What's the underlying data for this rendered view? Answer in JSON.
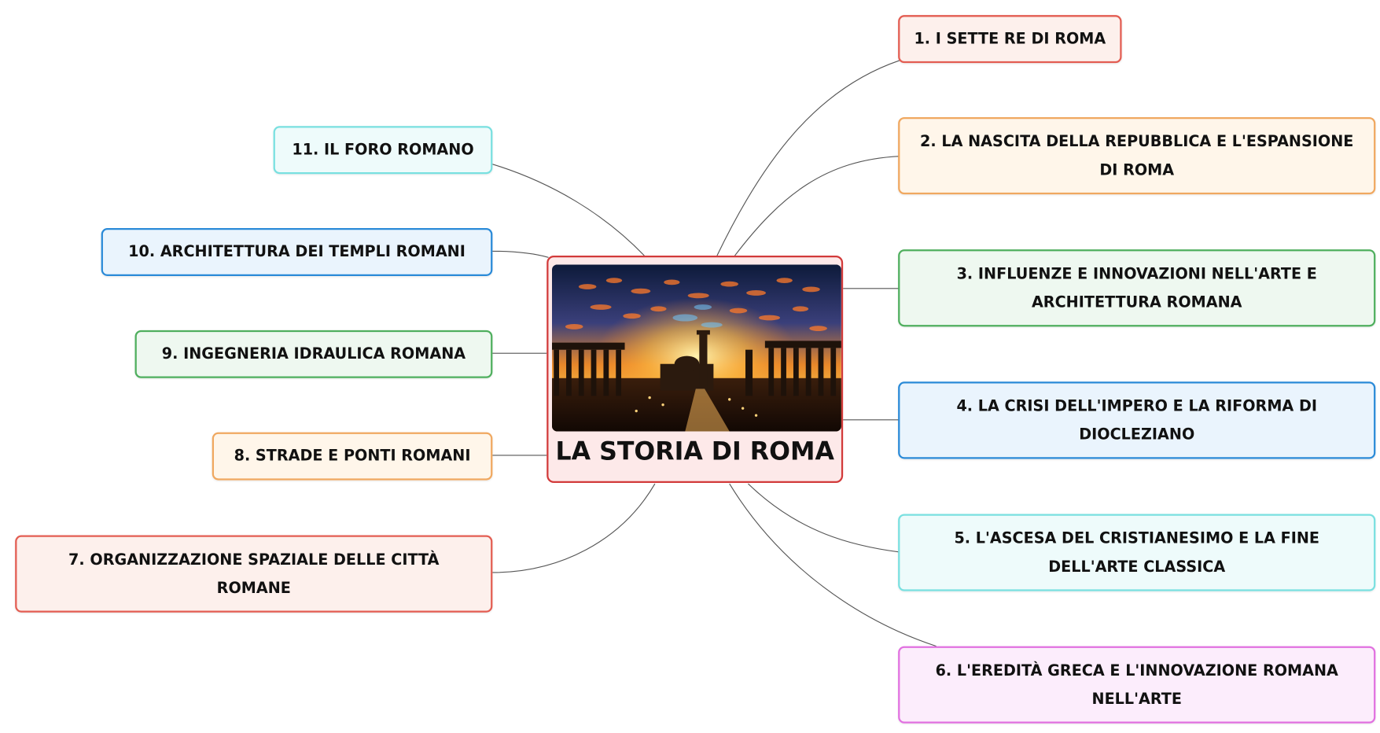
{
  "central": {
    "title": "LA STORIA DI ROMA",
    "image": "roman-forum-sunset-photo"
  },
  "topics": {
    "t1": "1. I SETTE RE DI ROMA",
    "t2": "2. LA NASCITA DELLA REPUBBLICA E L'ESPANSIONE DI ROMA",
    "t3": "3. INFLUENZE E INNOVAZIONI NELL'ARTE E ARCHITETTURA ROMANA",
    "t4": "4. LA CRISI DELL'IMPERO E LA RIFORMA DI DIOCLEZIANO",
    "t5": "5. L'ASCESA DEL CRISTIANESIMO E LA FINE DELL'ARTE CLASSICA",
    "t6": "6. L'EREDITÀ GRECA E L'INNOVAZIONE ROMANA NELL'ARTE",
    "t7": "7. ORGANIZZAZIONE SPAZIALE DELLE CITTÀ ROMANE",
    "t8": "8. STRADE E PONTI ROMANI",
    "t9": "9. INGEGNERIA IDRAULICA ROMANA",
    "t10": "10. ARCHITETTURA DEI TEMPLI ROMANI",
    "t11": "11. IL FORO ROMANO"
  },
  "colors": {
    "red": "#e35d52",
    "orange": "#f0a860",
    "green": "#4faf5e",
    "blue": "#2a8ad8",
    "cyan": "#79e0e0",
    "pink": "#e171e0",
    "central_border": "#d23a3a",
    "connector": "#555555"
  }
}
